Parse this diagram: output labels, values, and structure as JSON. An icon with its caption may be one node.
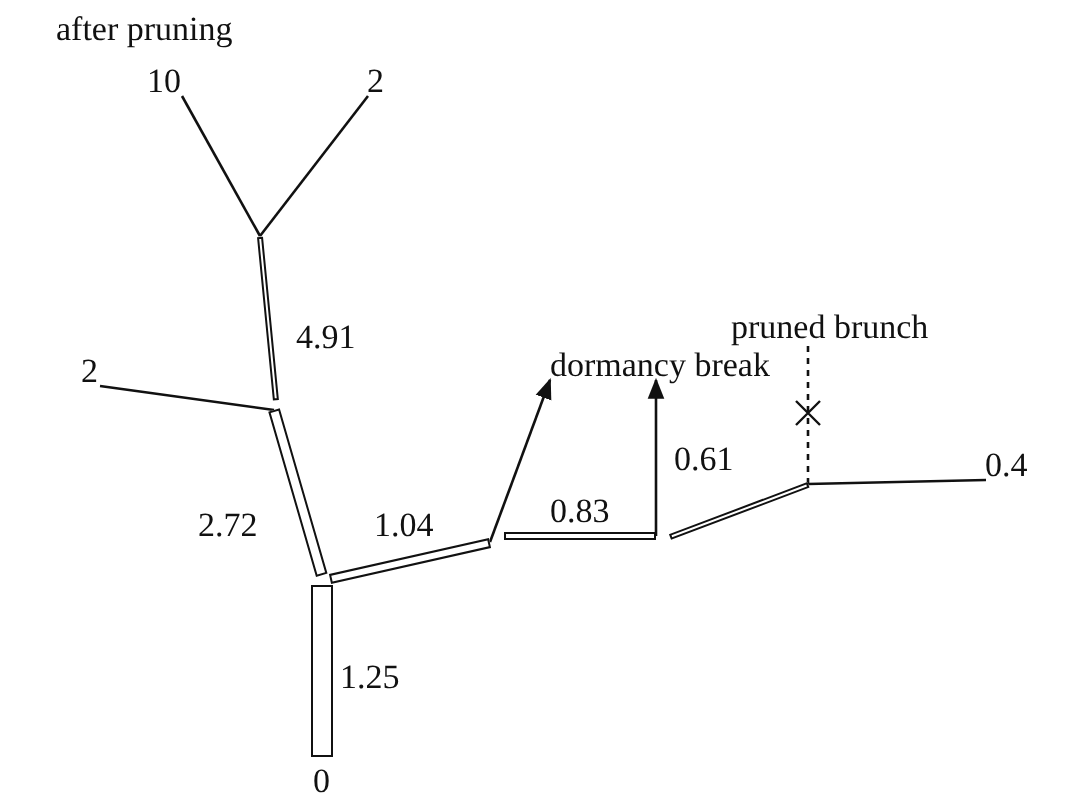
{
  "diagram": {
    "title": "after pruning",
    "nodes": [
      {
        "text": [
          "10"
        ]
      },
      {
        "text": [
          "2"
        ]
      },
      {
        "text": [],
        "shape": "bar",
        "beside": [
          "4.91"
        ]
      },
      {
        "text": [
          "pruned brunch"
        ]
      },
      {
        "text": [
          "dormancy break"
        ]
      },
      {
        "text": [
          "2"
        ]
      },
      {
        "text": [],
        "shape": "bar",
        "beside": [
          "2.72"
        ]
      },
      {
        "text": [],
        "shape": "bar",
        "beside": [
          "1.04"
        ]
      },
      {
        "text": [],
        "shape": "bar",
        "beside": [
          "0.83"
        ]
      },
      {
        "text": [],
        "shape": "bar",
        "beside": [
          "0.61"
        ]
      },
      {
        "text": [
          "0.4"
        ]
      },
      {
        "text": [],
        "shape": "bar",
        "beside": [
          "1.25",
          "0"
        ]
      }
    ],
    "edges": [
      {
        "from": 0,
        "to": 2,
        "arrow": "none"
      },
      {
        "from": 1,
        "to": 2,
        "arrow": "none"
      },
      {
        "from": 5,
        "to": 6,
        "arrow": "none"
      },
      {
        "from": 7,
        "to": 4,
        "arrow": "to"
      },
      {
        "from": 8,
        "to": 4,
        "arrow": "to"
      },
      {
        "from": 9,
        "to": 3,
        "arrow": "none",
        "style": "dashed"
      },
      {
        "from": 9,
        "to": 10,
        "arrow": "none"
      }
    ]
  }
}
